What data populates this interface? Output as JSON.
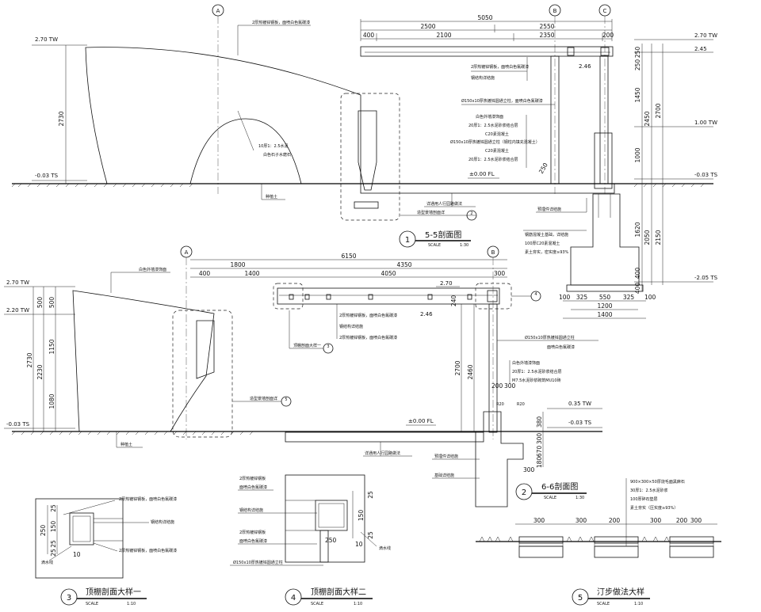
{
  "section55": {
    "axes": [
      "A",
      "B",
      "C"
    ],
    "dims_top": [
      "5050",
      "2500",
      "2550",
      "400",
      "2100",
      "2350",
      "200"
    ],
    "levels_left": [
      "2.70 TW",
      "-0.03 TS"
    ],
    "levels_right": [
      "2.70 TW",
      "2.45",
      "1.00 TW",
      "-0.03 TS",
      "-2.05 TS"
    ],
    "dims_left": [
      "2730"
    ],
    "dims_right_a": [
      "250",
      "250",
      "1450",
      "1000",
      "1620",
      "400",
      "400"
    ],
    "dims_right_b": [
      "2450",
      "2700",
      "2050",
      "2150"
    ],
    "dims_bottom": [
      "100",
      "325",
      "550",
      "325",
      "100",
      "1200",
      "1400"
    ],
    "slope": "2.46",
    "fl": "±0.00 FL",
    "notes_top": [
      "2厚热镀锌钢板，面喷白色氟碳漆"
    ],
    "notes_mid": [
      "2厚热镀锌钢板，面喷白色氟碳漆",
      "钢结构详结施"
    ],
    "notes_col": [
      "Ø150x10厚热镀锌圆通立柱，面喷白色氟碳漆"
    ],
    "notes_wall": [
      "白色外墙漆饰面",
      "20厚1：2.5水泥砂浆结合层",
      "C20素混凝土",
      "Ø150x10厚热镀锌圆通立柱（钢柱内填充混凝土）",
      "C20素混凝土",
      "20厚1：2.5水泥砂浆结合层"
    ],
    "note_arch": [
      "10厚1：2.5水泥",
      "白色石子水磨石"
    ],
    "note_soil": "种植土",
    "note_road": "详通用人行园路做法",
    "note_found": "预埋件详结施",
    "note_found2": [
      "钢筋混凝土基础，详结施",
      "100厚C20素混凝土",
      "素土夯实，密实度≥93%"
    ],
    "dim_250": "250",
    "ref": {
      "label": "造型景墙剖面详",
      "num": "2"
    },
    "title": {
      "num": "1",
      "name": "5-5剖面图",
      "scale_label": "SCALE",
      "scale": "1:30"
    }
  },
  "section66": {
    "axes": [
      "A",
      "B"
    ],
    "dims_top": [
      "6150",
      "1800",
      "4350",
      "400",
      "1400",
      "4050",
      "300"
    ],
    "levels_left": [
      "2.70 TW",
      "2.20 TW",
      "-0.03 TS"
    ],
    "dims_left_a": [
      "500",
      "1150",
      "1080"
    ],
    "dims_left_b": [
      "500",
      "2230",
      "2730"
    ],
    "level_270": "2.70",
    "slope": "2.46",
    "dim_240": "240",
    "dims_mid": [
      "2700",
      "2460"
    ],
    "fl": "±0.00 FL",
    "notes_left": [
      "白色外墙漆饰面"
    ],
    "notes_roof": [
      "2厚热镀锌钢板，面喷白色氟碳漆",
      "钢结构详结施",
      "2厚热镀锌钢板，面喷白色氟碳漆"
    ],
    "ref_roof1": {
      "label": "顶棚剖面大样一",
      "num": "3"
    },
    "ref_roof2": {
      "num": "4"
    },
    "ref_wall": {
      "label": "造型景墙剖面详",
      "num": "5"
    },
    "note_col": [
      "Ø150x10厚热镀锌圆通立柱",
      "面喷白色氟碳漆"
    ],
    "notes_wall": [
      "白色外墙漆饰面",
      "20厚1：2.5水泥砂浆结合层",
      "M7.5水泥砂浆砌筑MU10砖"
    ],
    "dims_small": [
      "200",
      "300",
      "R20",
      "R20",
      "380",
      "300",
      "670",
      "180",
      "300"
    ],
    "levels_right": [
      "0.35 TW",
      "-0.03 TS"
    ],
    "note_soil": "种植土",
    "note_road": "详通用人行园路做法",
    "note_found": "预埋件详结施",
    "note_found2": "基础详结施",
    "title": {
      "num": "2",
      "name": "6-6剖面图",
      "scale_label": "SCALE",
      "scale": "1:30"
    }
  },
  "detail3": {
    "notes": [
      "2厚热镀锌钢板，面喷白色氟碳漆",
      "钢结构详结施",
      "2厚热镀锌钢板，面喷白色氟碳漆"
    ],
    "dims": [
      "25",
      "250",
      "150",
      "25",
      "25",
      "10"
    ],
    "drip": "滴水线",
    "title": {
      "num": "3",
      "name": "顶棚剖面大样一",
      "scale_label": "SCALE",
      "scale": "1:10"
    }
  },
  "detail4": {
    "notes": [
      "2厚热镀锌钢板",
      "面喷白色氟碳漆",
      "钢结构详结施",
      "2厚热镀锌钢板",
      "面喷白色氟碳漆",
      "Ø150x10厚热镀锌圆通立柱"
    ],
    "dims": [
      "25",
      "150",
      "25",
      "10",
      "250"
    ],
    "drip": "滴水线",
    "title": {
      "num": "4",
      "name": "顶棚剖面大样二",
      "scale_label": "SCALE",
      "scale": "1:10"
    }
  },
  "detail5": {
    "notes": [
      "900×300×50厚烧毛面黑麻石",
      "30厚1：2.5水泥砂浆",
      "100厚碎石垫层",
      "素土夯实（压实度≥93%）"
    ],
    "dims": [
      "300",
      "300",
      "200",
      "300",
      "200",
      "300"
    ],
    "title": {
      "num": "5",
      "name": "汀步做法大样",
      "scale_label": "SCALE",
      "scale": "1:10"
    }
  }
}
